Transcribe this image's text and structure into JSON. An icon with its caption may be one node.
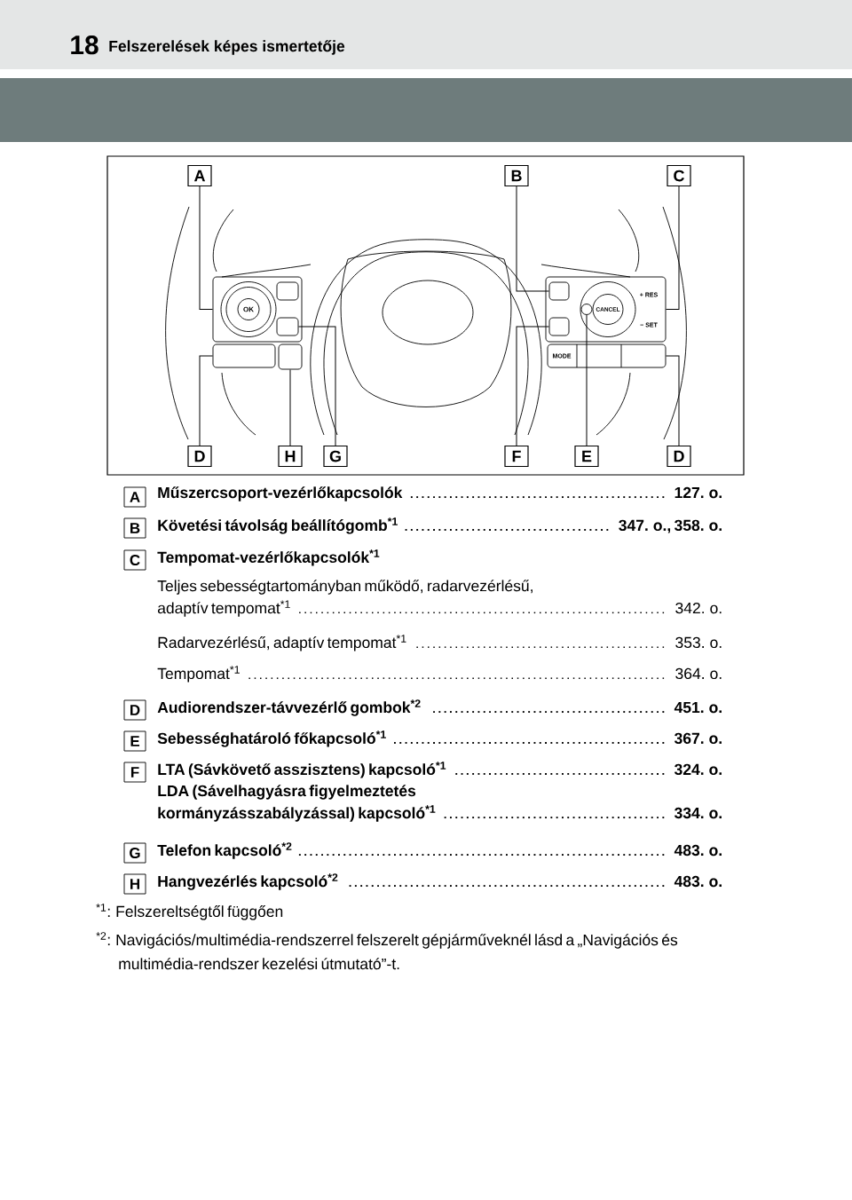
{
  "diagram": {
    "title": "Felszerelések képes ismertetője",
    "nodes": [
      {
        "text": [
          "A"
        ]
      },
      {
        "text": [
          "B"
        ]
      },
      {
        "text": [
          "C"
        ]
      },
      {
        "text": [
          "D"
        ]
      },
      {
        "text": [
          "H"
        ]
      },
      {
        "text": [
          "G"
        ]
      },
      {
        "text": [
          "F"
        ]
      },
      {
        "text": [
          "E"
        ]
      },
      {
        "text": [
          "D"
        ]
      },
      {
        "text": [
          "A"
        ],
        "beside": [
          "Műszercsoport-vezérlőkapcsolók"
        ]
      },
      {
        "text": [
          "B"
        ],
        "beside": [
          "Követési távolság beállítógomb$^{*1}$"
        ]
      },
      {
        "text": [
          "C"
        ],
        "beside": [
          "Tempomat-vezérlőkapcsolók$^{*1}$",
          "Teljes sebességtartományban működő, radarvezérlésű, adaptív tempomat$^{*1}$",
          "Radarvezérlésű, adaptív tempomat$^{*1}$",
          "Tempomat$^{*1}$"
        ]
      },
      {
        "text": [
          "D"
        ],
        "beside": [
          "Audiorendszer-távvezérlő gombok$^{*2}$"
        ]
      },
      {
        "text": [
          "E"
        ],
        "beside": [
          "Sebességhatároló főkapcsoló$^{*1}$"
        ]
      },
      {
        "text": [
          "F"
        ],
        "beside": [
          "LTA (Sávkövető asszisztens) kapcsoló$^{*1}$",
          "LDA (Sávelhagyásra figyelmeztetés kormányzásszabályzással) kapcsoló$^{*1}$"
        ]
      },
      {
        "text": [
          "G"
        ],
        "beside": [
          "Telefon kapcsoló$^{*2}$"
        ]
      },
      {
        "text": [
          "H"
        ],
        "beside": [
          "Hangvezérlés kapcsoló$^{*2}$"
        ]
      },
      {
        "text": [
          "OK"
        ]
      },
      {
        "text": [],
        "shape": "box",
        "in": 17
      },
      {
        "text": [],
        "shape": "box"
      },
      {
        "text": [],
        "shape": "box"
      },
      {
        "text": [
          "+ RES",
          "CANCEL",
          "− SET"
        ]
      },
      {
        "text": [],
        "shape": "box",
        "in": 21
      },
      {
        "text": [],
        "shape": "box",
        "in": 21
      },
      {
        "text": [],
        "shape": "circle",
        "in": 21
      },
      {
        "text": [
          "MODE"
        ]
      }
    ],
    "edges": [
      {
        "from": 0,
        "to": 17,
        "arrow": "none"
      },
      {
        "from": 1,
        "to": 22,
        "arrow": "none"
      },
      {
        "from": 2,
        "to": 21,
        "arrow": "none"
      },
      {
        "from": 3,
        "to": 19,
        "arrow": "none"
      },
      {
        "from": 4,
        "to": 20,
        "arrow": "none"
      },
      {
        "from": 5,
        "to": 18,
        "arrow": "none"
      },
      {
        "from": 6,
        "to": 23,
        "arrow": "none"
      },
      {
        "from": 7,
        "to": 24,
        "arrow": "none"
      },
      {
        "from": 8,
        "to": 25,
        "arrow": "none"
      }
    ],
    "labels": [
      "18",
      "127. o.",
      "347. o., 358. o.",
      "342. o.",
      "353. o.",
      "364. o.",
      "451. o.",
      "367. o.",
      "324. o.",
      "334. o.",
      "483. o.",
      "483. o.",
      "$^{*1}$: Felszereltségtől függően",
      "$^{*2}$: Navigációs/multimédia-rendszerrel felszerelt gépjárműveknél lásd a „Navigációs és multimédia-rendszer kezelési útmutató”-t."
    ]
  }
}
